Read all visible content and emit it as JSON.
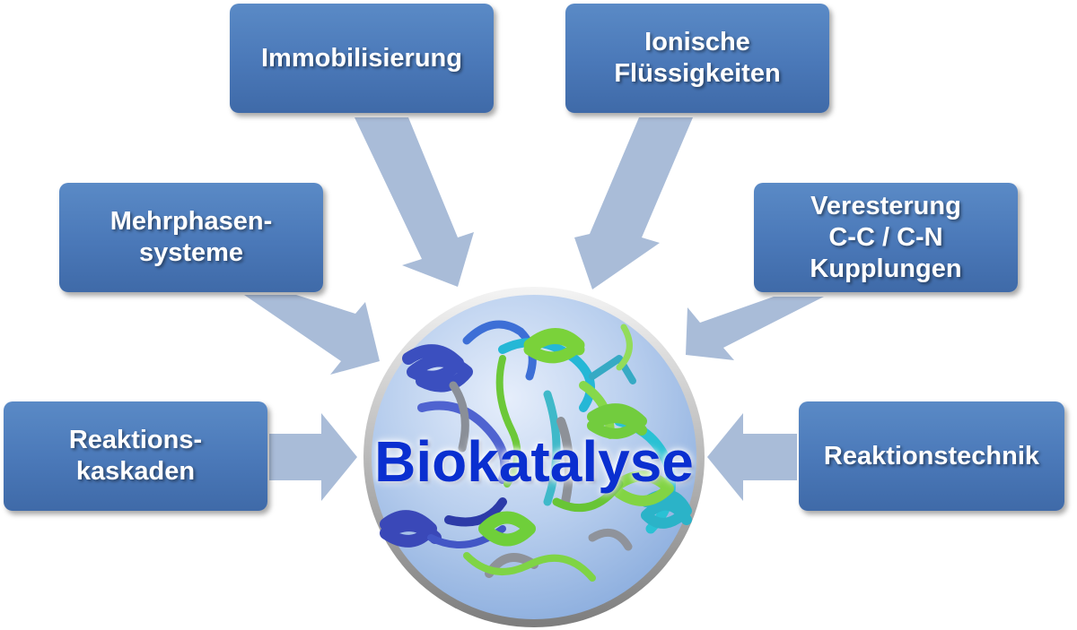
{
  "center": {
    "label": "Biokatalyse"
  },
  "nodes": [
    {
      "id": "immobilisierung",
      "lines": [
        "Immobilisierung"
      ]
    },
    {
      "id": "ionische-fluessigkeiten",
      "lines": [
        "Ionische",
        "Flüssigkeiten"
      ]
    },
    {
      "id": "mehrphasensysteme",
      "lines": [
        "Mehrphasen-",
        "systeme"
      ]
    },
    {
      "id": "veresterung",
      "lines": [
        "Veresterung",
        "C-C / C-N",
        "Kupplungen"
      ]
    },
    {
      "id": "reaktionskaskaden",
      "lines": [
        "Reaktions-",
        "kaskaden"
      ]
    },
    {
      "id": "reaktionstechnik",
      "lines": [
        "Reaktionstechnik"
      ]
    }
  ],
  "colors": {
    "box_fill": "#4a7fc1",
    "arrow_fill": "#a9bcd8",
    "center_text": "#0a2fd0",
    "circle_fill": "#b7cdec"
  }
}
